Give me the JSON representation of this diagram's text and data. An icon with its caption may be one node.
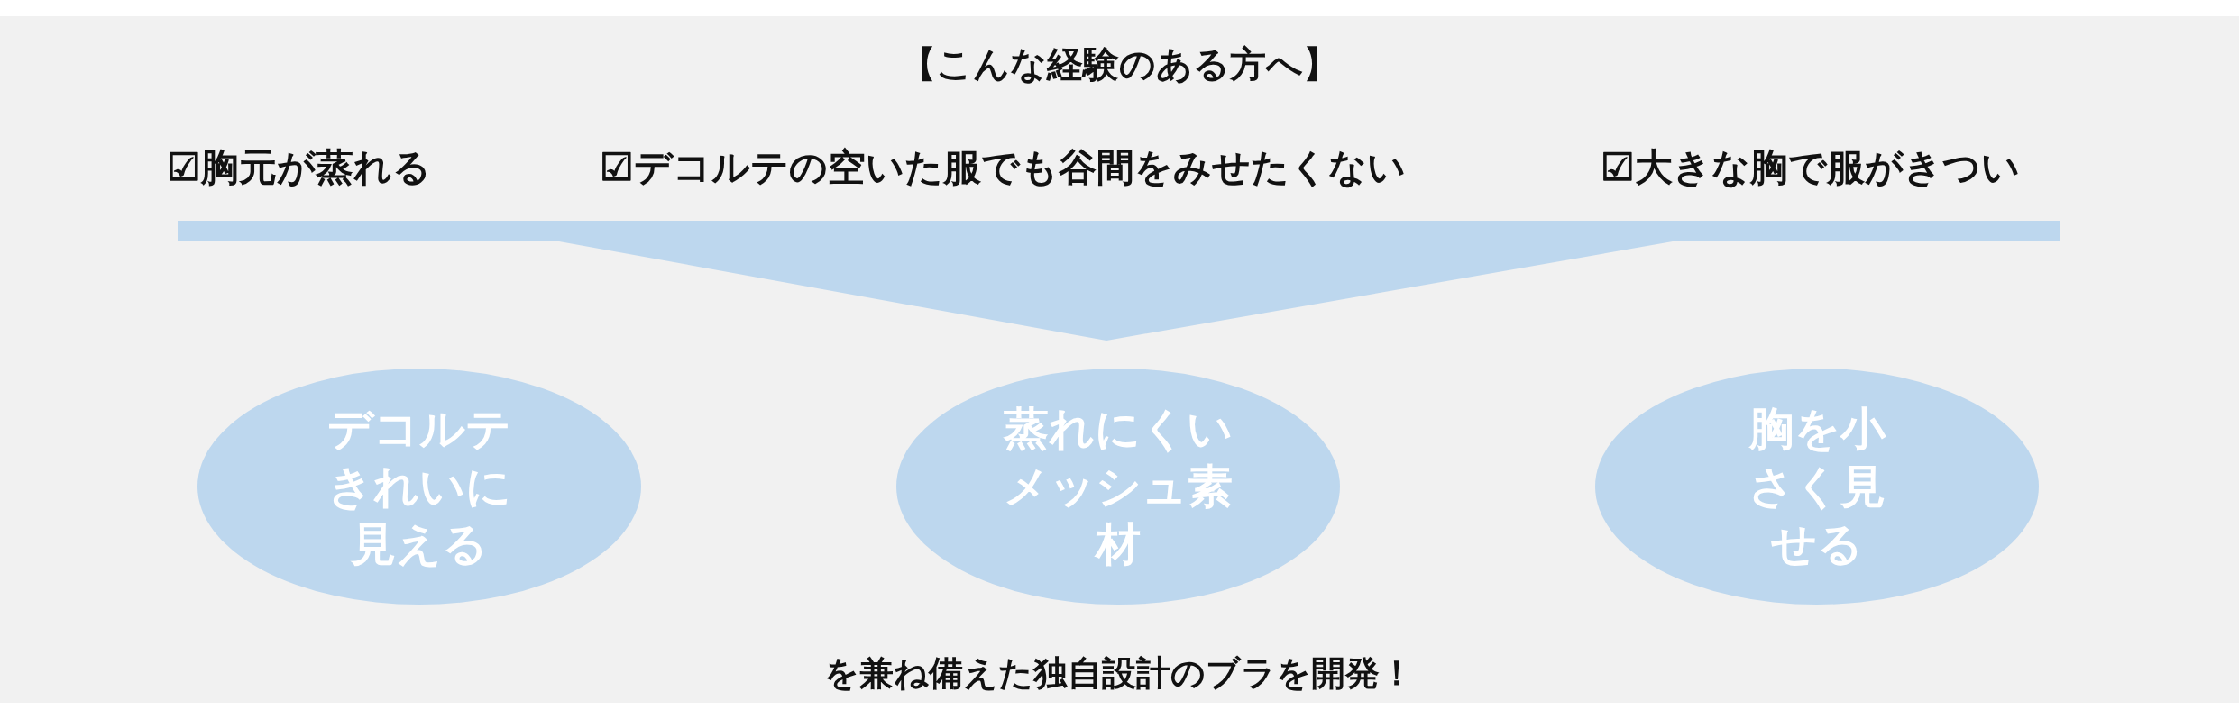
{
  "diagram": {
    "title": "【こんな経験のある方へ】",
    "nodes": [
      {
        "text": [],
        "shape": "funnel"
      },
      {
        "text": [
          "デコルテきれいに見える"
        ]
      },
      {
        "text": [
          "蒸れにくいメッシュ素材"
        ]
      },
      {
        "text": [
          "胸を小さく見せる"
        ]
      }
    ],
    "edges": [],
    "labels": [
      "☑胸元が蒸れる",
      "☑デコルテの空いた服でも谷間をみせたくない",
      "☑大きな胸で服がきつい"
    ],
    "caption": "を兼ね備えた独自設計のブラを開発！"
  }
}
